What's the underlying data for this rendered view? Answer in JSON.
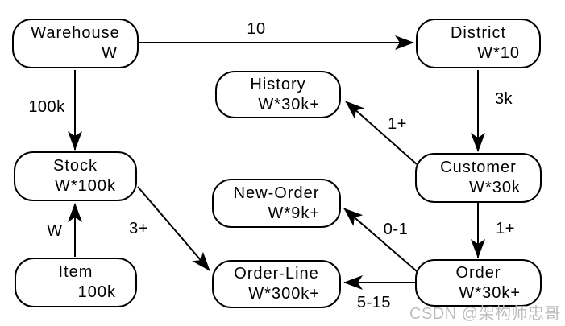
{
  "diagram": {
    "nodes": [
      {
        "id": "warehouse",
        "name": "Warehouse",
        "count": "W"
      },
      {
        "id": "district",
        "name": "District",
        "count": "W*10"
      },
      {
        "id": "history",
        "name": "History",
        "count": "W*30k+"
      },
      {
        "id": "stock",
        "name": "Stock",
        "count": "W*100k"
      },
      {
        "id": "customer",
        "name": "Customer",
        "count": "W*30k"
      },
      {
        "id": "new-order",
        "name": "New-Order",
        "count": "W*9k+"
      },
      {
        "id": "item",
        "name": "Item",
        "count": "100k"
      },
      {
        "id": "order-line",
        "name": "Order-Line",
        "count": "W*300k+"
      },
      {
        "id": "order",
        "name": "Order",
        "count": "W*30k+"
      }
    ],
    "edges": [
      {
        "from": "Warehouse",
        "to": "District",
        "label": "10"
      },
      {
        "from": "Warehouse",
        "to": "Stock",
        "label": "100k"
      },
      {
        "from": "District",
        "to": "Customer",
        "label": "3k"
      },
      {
        "from": "Customer",
        "to": "History",
        "label": "1+"
      },
      {
        "from": "Customer",
        "to": "Order",
        "label": "1+"
      },
      {
        "from": "Order",
        "to": "New-Order",
        "label": "0-1"
      },
      {
        "from": "Order",
        "to": "Order-Line",
        "label": "5-15"
      },
      {
        "from": "Item",
        "to": "Stock",
        "label": "W"
      },
      {
        "from": "Stock",
        "to": "Order-Line",
        "label": "3+"
      }
    ],
    "colors": {
      "stroke": "#000000",
      "background": "#ffffff",
      "watermark": "#bdbdbd"
    }
  },
  "watermark": {
    "text": "CSDN @架构师忠哥"
  }
}
